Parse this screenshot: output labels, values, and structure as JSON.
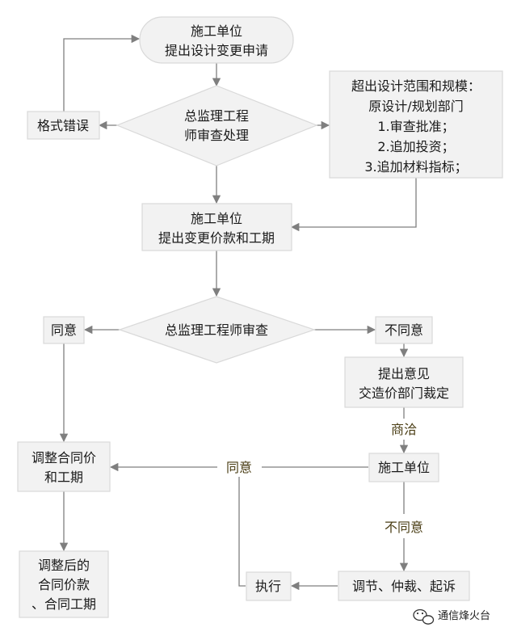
{
  "diagram": {
    "start": {
      "lines": [
        "施工单位",
        "提出设计变更申请"
      ]
    },
    "review1": {
      "lines": [
        "总监理工程",
        "师审查处理"
      ]
    },
    "format_error": {
      "text": "格式错误"
    },
    "exceed": {
      "lines": [
        "超出设计范围和规模：",
        "原设计/规划部门",
        "1.审查批准；",
        "2.追加投资；",
        "3.追加材料指标；"
      ]
    },
    "price_request": {
      "lines": [
        "施工单位",
        "提出变更价款和工期"
      ]
    },
    "review2": {
      "text": "总监理工程师审查"
    },
    "agree_left": {
      "text": "同意"
    },
    "disagree": {
      "text": "不同意"
    },
    "opinion": {
      "lines": [
        "提出意见",
        "交造价部门裁定"
      ]
    },
    "consult_label": {
      "text": "商洽"
    },
    "contractor": {
      "text": "施工单位"
    },
    "agree_mid_label": {
      "text": "同意"
    },
    "adjust": {
      "lines": [
        "调整合同价",
        "和工期"
      ]
    },
    "disagree_label": {
      "text": "不同意"
    },
    "resolve": {
      "text": "调节、仲裁、起诉"
    },
    "execute": {
      "text": "执行"
    },
    "final": {
      "lines": [
        "调整后的",
        "合同价款",
        "、合同工期"
      ]
    }
  },
  "watermark": {
    "text": "通信烽火台",
    "icon": "wechat-icon"
  }
}
